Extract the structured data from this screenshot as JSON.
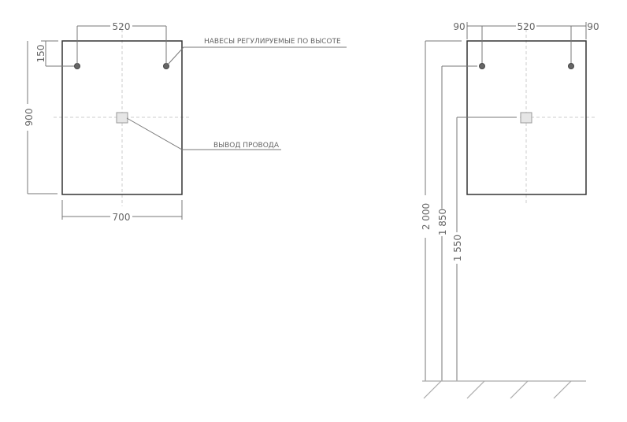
{
  "front_view": {
    "dim_hole_spacing": "520",
    "dim_hole_offset_top": "150",
    "dim_height": "900",
    "dim_width": "700",
    "label_hangers": "НАВЕСЫ РЕГУЛИРУЕМЫЕ ПО ВЫСОТЕ",
    "label_wire_outlet": "ВЫВОД ПРОВОДА"
  },
  "mount_view": {
    "dim_left_offset": "90",
    "dim_hole_spacing": "520",
    "dim_right_offset": "90",
    "dim_top_height": "2 000",
    "dim_hanger_height": "1 850",
    "dim_outlet_height": "1 550"
  }
}
